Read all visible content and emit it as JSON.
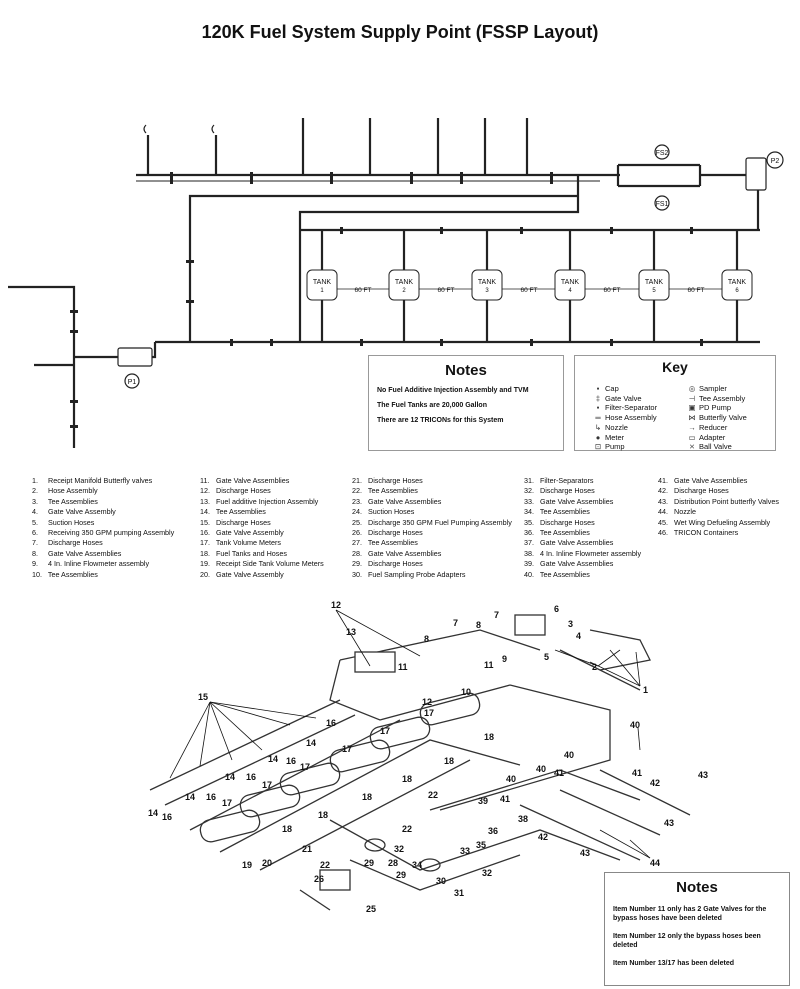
{
  "title": "120K Fuel System Supply Point (FSSP Layout)",
  "layout_labels": {
    "p1": "P1",
    "p2": "P2",
    "fs1": "FS1",
    "fs2": "FS2",
    "tank": "TANK",
    "tank_numbers": [
      "1",
      "2",
      "3",
      "4",
      "5",
      "6"
    ],
    "spacing": "60 FT"
  },
  "notes_top": {
    "heading": "Notes",
    "lines": [
      "No Fuel Additive Injection Assembly and TVM",
      "The Fuel Tanks are 20,000 Gallon",
      "There are 12 TRICONs for this System"
    ]
  },
  "key": {
    "heading": "Key",
    "left": [
      {
        "icon": "cap-icon",
        "symbol": "▪",
        "label": "Cap"
      },
      {
        "icon": "gate-valve-icon",
        "symbol": "‡",
        "label": "Gate Valve"
      },
      {
        "icon": "filter-separator-icon",
        "symbol": "▪",
        "label": "Filter-Separator"
      },
      {
        "icon": "hose-assembly-icon",
        "symbol": "═",
        "label": "Hose Assembly"
      },
      {
        "icon": "nozzle-icon",
        "symbol": "↳",
        "label": "Nozzle"
      },
      {
        "icon": "meter-icon",
        "symbol": "●",
        "label": "Meter"
      },
      {
        "icon": "pump-icon",
        "symbol": "⊡",
        "label": "Pump"
      }
    ],
    "right": [
      {
        "icon": "sampler-icon",
        "symbol": "◎",
        "label": "Sampler"
      },
      {
        "icon": "tee-assembly-icon",
        "symbol": "⊣",
        "label": "Tee Assembly"
      },
      {
        "icon": "pd-pump-icon",
        "symbol": "▣",
        "label": "PD Pump"
      },
      {
        "icon": "butterfly-valve-icon",
        "symbol": "⋈",
        "label": "Butterfly Valve"
      },
      {
        "icon": "reducer-icon",
        "symbol": "→",
        "label": "Reducer"
      },
      {
        "icon": "adapter-icon",
        "symbol": "▭",
        "label": "Adapter"
      },
      {
        "icon": "ball-valve-icon",
        "symbol": "⨯",
        "label": "Ball Valve"
      }
    ]
  },
  "parts_list": [
    [
      {
        "n": "1.",
        "t": "Receipt Manifold Butterfly valves"
      },
      {
        "n": "2.",
        "t": "Hose Assembly"
      },
      {
        "n": "3.",
        "t": "Tee Assemblies"
      },
      {
        "n": "4.",
        "t": "Gate Valve Assembly"
      },
      {
        "n": "5.",
        "t": "Suction Hoses"
      },
      {
        "n": "6.",
        "t": "Receiving 350 GPM pumping Assembly"
      },
      {
        "n": "7.",
        "t": "Discharge Hoses"
      },
      {
        "n": "8.",
        "t": "Gate Valve Assemblies"
      },
      {
        "n": "9.",
        "t": "4 In. Inline Flowmeter assembly"
      },
      {
        "n": "10.",
        "t": "Tee Assemblies"
      }
    ],
    [
      {
        "n": "11.",
        "t": "Gate Valve Assemblies"
      },
      {
        "n": "12.",
        "t": "Discharge Hoses"
      },
      {
        "n": "13.",
        "t": "Fuel additive Injection Assembly"
      },
      {
        "n": "14.",
        "t": "Tee Assemblies"
      },
      {
        "n": "15.",
        "t": "Discharge Hoses"
      },
      {
        "n": "16.",
        "t": "Gate Valve Assembly"
      },
      {
        "n": "17.",
        "t": "Tank Volume Meters"
      },
      {
        "n": "18.",
        "t": "Fuel Tanks and Hoses"
      },
      {
        "n": "19.",
        "t": "Receipt Side Tank Volume Meters"
      },
      {
        "n": "20.",
        "t": "Gate Valve Assembly"
      }
    ],
    [
      {
        "n": "21.",
        "t": "Discharge Hoses"
      },
      {
        "n": "22.",
        "t": "Tee Assemblies"
      },
      {
        "n": "23.",
        "t": "Gate Valve Assemblies"
      },
      {
        "n": "24.",
        "t": "Suction Hoses"
      },
      {
        "n": "25.",
        "t": "Discharge 350 GPM Fuel Pumping Assembly"
      },
      {
        "n": "26.",
        "t": "Discharge Hoses"
      },
      {
        "n": "27.",
        "t": "Tee Assemblies"
      },
      {
        "n": "28.",
        "t": "Gate Valve Assemblies"
      },
      {
        "n": "29.",
        "t": "Discharge Hoses"
      },
      {
        "n": "30.",
        "t": "Fuel Sampling Probe Adapters"
      }
    ],
    [
      {
        "n": "31.",
        "t": "Filter-Separators"
      },
      {
        "n": "32.",
        "t": "Discharge Hoses"
      },
      {
        "n": "33.",
        "t": "Gate Valve Assemblies"
      },
      {
        "n": "34.",
        "t": "Tee Assemblies"
      },
      {
        "n": "35.",
        "t": "Discharge Hoses"
      },
      {
        "n": "36.",
        "t": "Tee Assemblies"
      },
      {
        "n": "37.",
        "t": "Gate Valve Assemblies"
      },
      {
        "n": "38.",
        "t": "4 In. Inline Flowmeter assembly"
      },
      {
        "n": "39.",
        "t": "Gate Valve Assemblies"
      },
      {
        "n": "40.",
        "t": "Tee Assemblies"
      }
    ],
    [
      {
        "n": "41.",
        "t": "Gate Valve Assemblies"
      },
      {
        "n": "42.",
        "t": "Discharge Hoses"
      },
      {
        "n": "43.",
        "t": "Distribution Point butterfly Valves"
      },
      {
        "n": "44.",
        "t": "Nozzle"
      },
      {
        "n": "45.",
        "t": "Wet Wing Defueling Assembly"
      },
      {
        "n": "46.",
        "t": "TRICON Containers"
      }
    ]
  ],
  "iso_callouts": {
    "c1": "1",
    "c2": "2",
    "c3": "3",
    "c4": "4",
    "c5": "5",
    "c6": "6",
    "c7": "7",
    "c8": "8",
    "c9": "9",
    "c10": "10",
    "c11": "11",
    "c12": "12",
    "c13": "13",
    "c14": "14",
    "c15": "15",
    "c16": "16",
    "c17": "17",
    "c18": "18",
    "c19": "19",
    "c20": "20",
    "c21": "21",
    "c22": "22",
    "c25": "25",
    "c26": "26",
    "c28": "28",
    "c29": "29",
    "c30": "30",
    "c31": "31",
    "c32": "32",
    "c33": "33",
    "c34": "34",
    "c35": "35",
    "c36": "36",
    "c38": "38",
    "c39": "39",
    "c40": "40",
    "c41": "41",
    "c42": "42",
    "c43": "43",
    "c44": "44"
  },
  "notes_bottom": {
    "heading": "Notes",
    "lines": [
      "Item Number 11 only has 2 Gate Valves for the bypass hoses have been deleted",
      "Item Number 12 only the bypass hoses been deleted",
      "Item Number 13/17 has been deleted"
    ]
  }
}
